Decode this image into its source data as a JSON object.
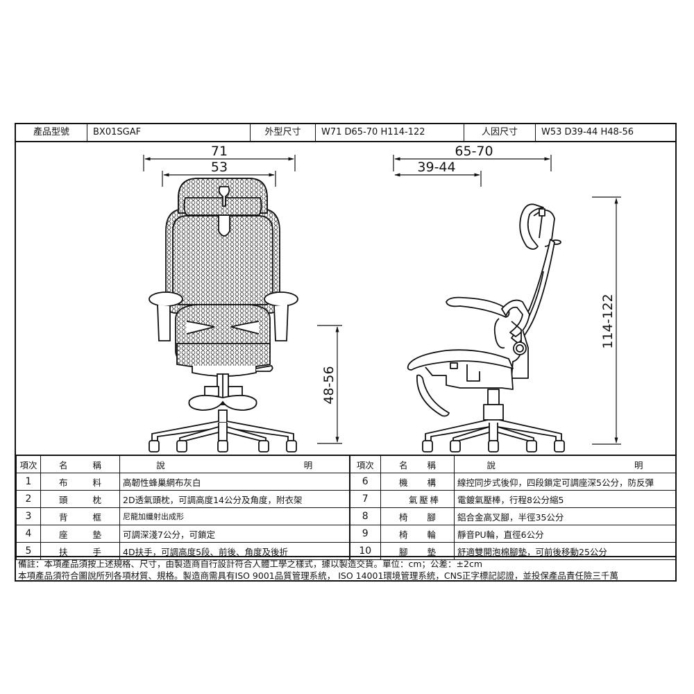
{
  "header": {
    "model_label": "產品型號",
    "model_value": "BX01SGAF",
    "outer_size_label": "外型尺寸",
    "outer_size_value": "W71 D65-70 H114-122",
    "ergo_size_label": "人因尺寸",
    "ergo_size_value": "W53 D39-44 H48-56"
  },
  "drawing": {
    "front_view": {
      "overall_width": "71",
      "seat_width": "53",
      "seat_height": "48-56",
      "icon": "office-chair-front-view"
    },
    "side_view": {
      "overall_depth": "65-70",
      "seat_depth": "39-44",
      "overall_height": "114-122",
      "icon": "office-chair-side-view"
    }
  },
  "spec_table": {
    "columns": {
      "item_no": "項次",
      "name_1": "名",
      "name_2": "稱",
      "desc_1": "說",
      "desc_2": "明"
    },
    "left_rows": [
      {
        "no": "1",
        "name": [
          "布",
          "料"
        ],
        "desc": "高韌性蜂巢網布灰白"
      },
      {
        "no": "2",
        "name": [
          "頭",
          "枕"
        ],
        "desc": "2D透氣頭枕，可調高度14公分及角度，附衣架"
      },
      {
        "no": "3",
        "name": [
          "背",
          "框"
        ],
        "desc": "尼龍加纖射出成形"
      },
      {
        "no": "4",
        "name": [
          "座",
          "墊"
        ],
        "desc": "可調深淺7公分，可鎖定"
      },
      {
        "no": "5",
        "name": [
          "扶",
          "手"
        ],
        "desc": "4D扶手，可調高度5段、前後、角度及後折"
      }
    ],
    "right_rows": [
      {
        "no": "6",
        "name": [
          "機",
          "構"
        ],
        "desc": "線控同步式後仰，四段鎖定可調座深5公分，防反彈"
      },
      {
        "no": "7",
        "name": [
          "氣",
          "壓",
          "棒"
        ],
        "desc": "電鍍氣壓棒，行程8公分縮5"
      },
      {
        "no": "8",
        "name": [
          "椅",
          "腳"
        ],
        "desc": "鋁合金高叉腳，半徑35公分"
      },
      {
        "no": "9",
        "name": [
          "椅",
          "輪"
        ],
        "desc": "靜音PU輪，直徑6公分"
      },
      {
        "no": "10",
        "name": [
          "腳",
          "墊"
        ],
        "desc": "舒適雙開泡棉腳墊，可前後移動25公分"
      }
    ]
  },
  "notes": {
    "line1": "備註：本項產品須按上述規格、尺寸，由製造商自行設計符合人體工學之樣式，據以製造交貨。單位：cm；公差：±2cm",
    "line2": "本項產品須符合圖說所列各項材質、規格。製造商需具有ISO 9001品質管理系統， ISO 14001環境管理系統，CNS正字標記認證，並投保產品責任險三千萬"
  }
}
